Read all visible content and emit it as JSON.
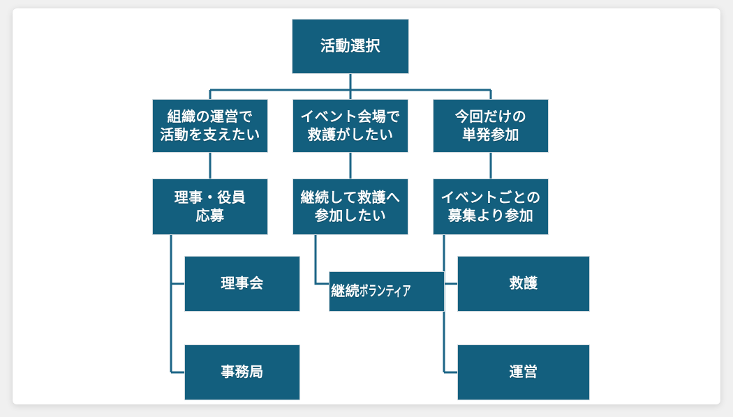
{
  "canvas": {
    "background_color": "#f0f0f0",
    "card_color": "#ffffff",
    "node_fill_color": "#135F7E",
    "node_border_color": "#cfd8dd",
    "node_text_color": "#ffffff",
    "connector_color": "#1c6586"
  },
  "diagram": {
    "type": "org-chart",
    "title_node": "活動選択",
    "nodes": {
      "root": {
        "label": "活動選択"
      },
      "branch_left": {
        "label": "組織の運営で\n活動を支えたい"
      },
      "branch_center": {
        "label": "イベント会場で\n救護がしたい"
      },
      "branch_right": {
        "label": "今回だけの\n単発参加"
      },
      "mid_left": {
        "label": "理事・役員\n応募"
      },
      "mid_center": {
        "label": "継続して救護へ\n参加したい"
      },
      "mid_right": {
        "label": "イベントごとの\n募集より参加"
      },
      "leaf_left_1": {
        "label": "理事会"
      },
      "leaf_left_2": {
        "label": "事務局"
      },
      "leaf_center_1_prefix": "継続",
      "leaf_center_1_kana": "ボランティア",
      "leaf_right_1": {
        "label": "救護"
      },
      "leaf_right_2": {
        "label": "運営"
      }
    },
    "edges": [
      {
        "from": "root",
        "to": "branch_left"
      },
      {
        "from": "root",
        "to": "branch_center"
      },
      {
        "from": "root",
        "to": "branch_right"
      },
      {
        "from": "branch_left",
        "to": "mid_left"
      },
      {
        "from": "branch_center",
        "to": "mid_center"
      },
      {
        "from": "branch_right",
        "to": "mid_right"
      },
      {
        "from": "mid_left",
        "to": "leaf_left_1"
      },
      {
        "from": "mid_left",
        "to": "leaf_left_2"
      },
      {
        "from": "mid_center",
        "to": "leaf_center_1"
      },
      {
        "from": "mid_right",
        "to": "leaf_right_1"
      },
      {
        "from": "mid_right",
        "to": "leaf_right_2"
      }
    ]
  }
}
